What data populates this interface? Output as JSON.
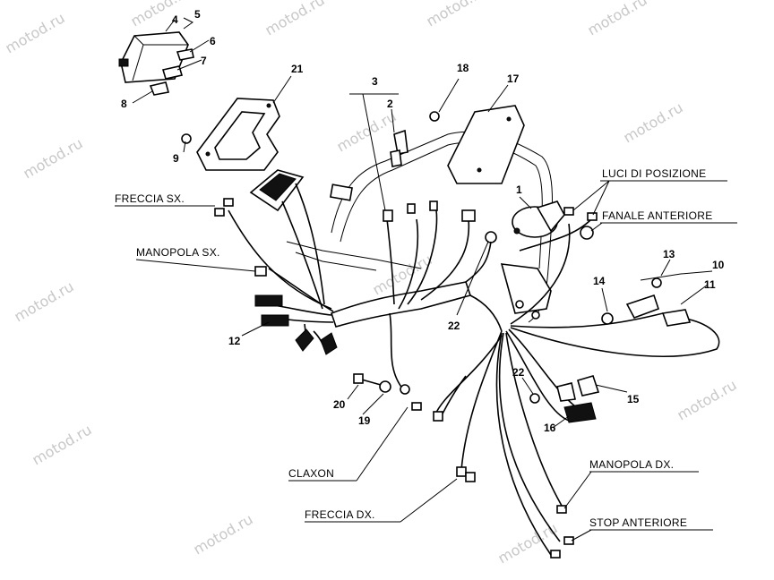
{
  "watermark": "motod.ru",
  "part_numbers": [
    "1",
    "2",
    "3",
    "4",
    "5",
    "6",
    "7",
    "8",
    "9",
    "10",
    "11",
    "12",
    "13",
    "14",
    "15",
    "16",
    "17",
    "18",
    "19",
    "20",
    "21",
    "22",
    "22"
  ],
  "labels": {
    "freccia_sx": "FRECCIA SX.",
    "manopola_sx": "MANOPOLA SX.",
    "luci_di_posizione": "LUCI DI POSIZIONE",
    "fanale_anteriore": "FANALE ANTERIORE",
    "claxon": "CLAXON",
    "freccia_dx": "FRECCIA DX.",
    "manopola_dx": "MANOPOLA DX.",
    "stop_anteriore": "STOP ANTERIORE"
  }
}
